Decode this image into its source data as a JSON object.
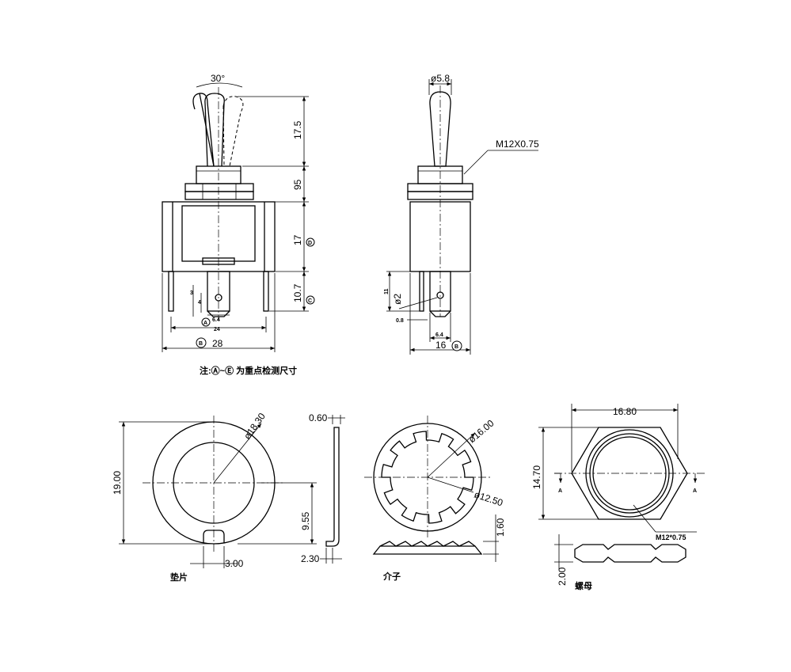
{
  "top_front": {
    "angle": "30°",
    "height_lever": "17.5",
    "height_bushing": "95",
    "height_body": "17",
    "height_terminal": "10.7",
    "width_inner": "24",
    "width_total": "28",
    "terminal_small_1": "3",
    "terminal_small_2": "4",
    "terminal_small_3": "6.4",
    "marker_a": "A",
    "marker_b": "B",
    "marker_c": "C",
    "marker_d": "D"
  },
  "top_side": {
    "lever_dia": "ø5.8",
    "thread": "M12X0.75",
    "hole_dia": "ø2",
    "dim_11": "11",
    "dim_08": "0.8",
    "dim_64": "6.4",
    "width_total": "16",
    "marker_b": "B"
  },
  "note": "注:Ⓐ~Ⓔ 为重点检测尺寸",
  "washer": {
    "dia": "ø18.30",
    "height": "19.00",
    "center_h": "9.55",
    "thickness": "0.60",
    "notch": "3.00",
    "bend": "2.30",
    "caption": "垫片"
  },
  "lockwasher": {
    "outer": "ø16.00",
    "inner": "ø12.50",
    "height": "1.60",
    "caption": "介子"
  },
  "nut": {
    "width": "16.80",
    "height": "14.70",
    "thread": "M12*0.75",
    "section_a": "A",
    "thickness": "2.00",
    "caption": "螺母"
  }
}
